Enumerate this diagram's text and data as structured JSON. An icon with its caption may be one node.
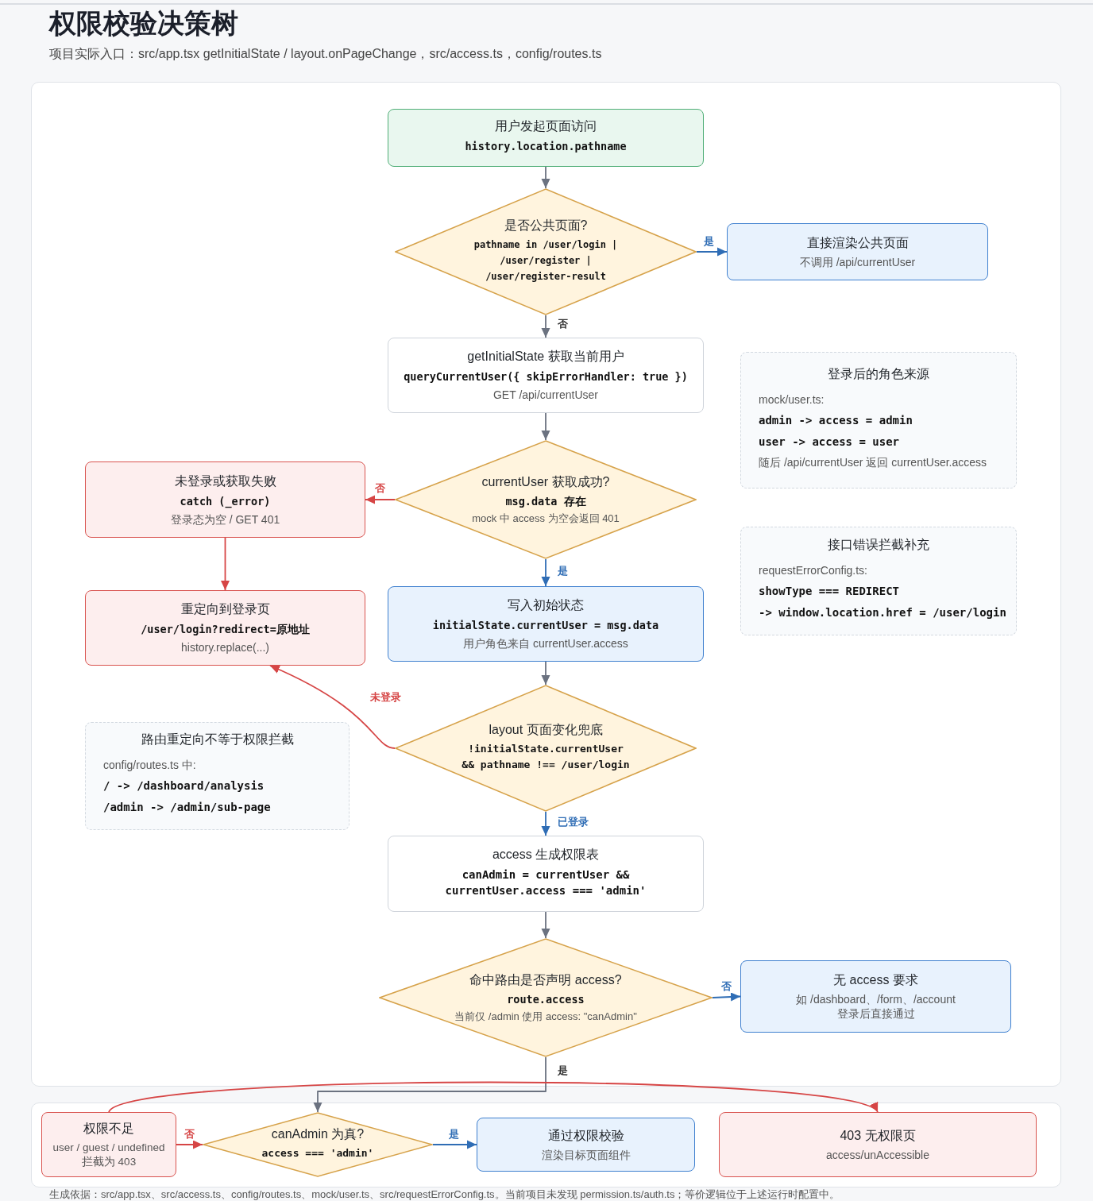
{
  "diagram": {
    "title": "权限校验决策树",
    "caption": "生成依据：src/app.tsx、src/access.ts、config/routes.ts、mock/user.ts、src/requestErrorConfig.ts。当前项目未发现 permission.ts/auth.ts；等价逻辑位于上述运行时配置中。",
    "labels": [
      "项目实际入口：src/app.tsx getInitialState / layout.onPageChange，src/access.ts，config/routes.ts"
    ],
    "nodes": [
      {
        "text": [
          "用户发起页面访问",
          "history.location.pathname"
        ]
      },
      {
        "text": [
          "是否公共页面?",
          "pathname in /user/login | /user/register | /user/register-result"
        ]
      },
      {
        "text": [
          "直接渲染公共页面",
          "不调用 /api/currentUser"
        ]
      },
      {
        "text": [
          "getInitialState 获取当前用户",
          "queryCurrentUser({ skipErrorHandler: true })",
          "GET /api/currentUser"
        ]
      },
      {
        "text": [
          "登录后的角色来源",
          "mock/user.ts:",
          "admin -> access = admin",
          "user -> access = user",
          "随后 /api/currentUser 返回 currentUser.access"
        ]
      },
      {
        "text": [
          "未登录或获取失败",
          "catch (_error)",
          "登录态为空 / GET 401"
        ]
      },
      {
        "text": [
          "currentUser 获取成功?",
          "msg.data 存在",
          "mock 中 access 为空会返回 401"
        ]
      },
      {
        "text": [
          "接口错误拦截补充",
          "requestErrorConfig.ts:",
          "showType === REDIRECT",
          "-> window.location.href = /user/login"
        ]
      },
      {
        "text": [
          "重定向到登录页",
          "/user/login?redirect=原地址",
          "history.replace(...)"
        ]
      },
      {
        "text": [
          "写入初始状态",
          "initialState.currentUser = msg.data",
          "用户角色来自 currentUser.access"
        ]
      },
      {
        "text": [
          "路由重定向不等于权限拦截",
          "config/routes.ts 中:",
          "/ -> /dashboard/analysis",
          "/admin -> /admin/sub-page"
        ]
      },
      {
        "text": [
          "layout 页面变化兜底",
          "!initialState.currentUser && pathname !== /user/login"
        ]
      },
      {
        "text": [
          "access 生成权限表",
          "canAdmin = currentUser && currentUser.access === 'admin'"
        ]
      },
      {
        "text": [
          "命中路由是否声明 access?",
          "route.access",
          "当前仅 /admin 使用 access: \"canAdmin\""
        ]
      },
      {
        "text": [
          "无 access 要求",
          "如 /dashboard、/form、/account",
          "登录后直接通过"
        ]
      },
      {
        "text": [
          "权限不足",
          "user / guest / undefined",
          "拦截为 403"
        ]
      },
      {
        "text": [
          "canAdmin 为真?",
          "access === 'admin'"
        ]
      },
      {
        "text": [
          "通过权限校验",
          "渲染目标页面组件"
        ]
      },
      {
        "text": [
          "403 无权限页",
          "access/unAccessible"
        ]
      }
    ],
    "edges": [
      {
        "from": 0,
        "to": 1,
        "arrow": "to"
      },
      {
        "from": 1,
        "to": 2,
        "arrow": "to",
        "label": "是",
        "color": "#2f6db5"
      },
      {
        "from": 1,
        "to": 3,
        "arrow": "to",
        "label": "否"
      },
      {
        "from": 3,
        "to": 6,
        "arrow": "to"
      },
      {
        "from": 6,
        "to": 5,
        "arrow": "to",
        "label": "否",
        "color": "#d64545"
      },
      {
        "from": 6,
        "to": 9,
        "arrow": "to",
        "label": "是",
        "color": "#2f6db5"
      },
      {
        "from": 5,
        "to": 8,
        "arrow": "to",
        "color": "#d64545"
      },
      {
        "from": 9,
        "to": 11,
        "arrow": "to"
      },
      {
        "from": 11,
        "to": 8,
        "arrow": "to",
        "label": "未登录",
        "color": "#d64545"
      },
      {
        "from": 11,
        "to": 12,
        "arrow": "to",
        "label": "已登录",
        "color": "#2f6db5"
      },
      {
        "from": 12,
        "to": 13,
        "arrow": "to"
      },
      {
        "from": 13,
        "to": 14,
        "arrow": "to",
        "label": "否",
        "color": "#2f6db5"
      },
      {
        "from": 13,
        "to": 16,
        "arrow": "to",
        "label": "是"
      },
      {
        "from": 16,
        "to": 17,
        "arrow": "to",
        "label": "是",
        "color": "#2f6db5"
      },
      {
        "from": 15,
        "to": 16,
        "arrow": "to",
        "label": "否",
        "color": "#d64545"
      },
      {
        "from": 15,
        "to": 18,
        "arrow": "to",
        "color": "#d64545"
      }
    ]
  }
}
